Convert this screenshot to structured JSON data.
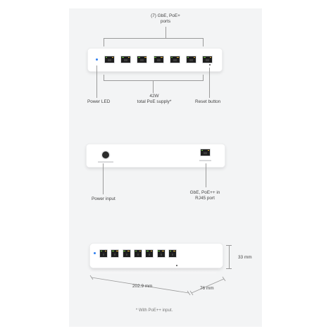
{
  "top_view": {
    "ports_label_line1": "(7) GbE, PoE+",
    "ports_label_line2": "ports",
    "power_led_label": "Power LED",
    "poe_supply_line1": "42W",
    "poe_supply_line2": "total PoE supply*",
    "reset_button_label": "Reset button",
    "port_count": 7
  },
  "back_view": {
    "power_input_label": "Power input",
    "uplink_line1": "GbE, PoE++ in",
    "uplink_line2": "RJ45 port"
  },
  "dimensions_view": {
    "width_label": "202.9 mm",
    "depth_label": "76 mm",
    "height_label": "33 mm"
  },
  "footnote": "* With PoE++ input.",
  "colors": {
    "panel": "#f3f4f5",
    "led": "#2f7ff0",
    "port_link": "#6dcf3c",
    "port_activity": "#e8b43a"
  }
}
